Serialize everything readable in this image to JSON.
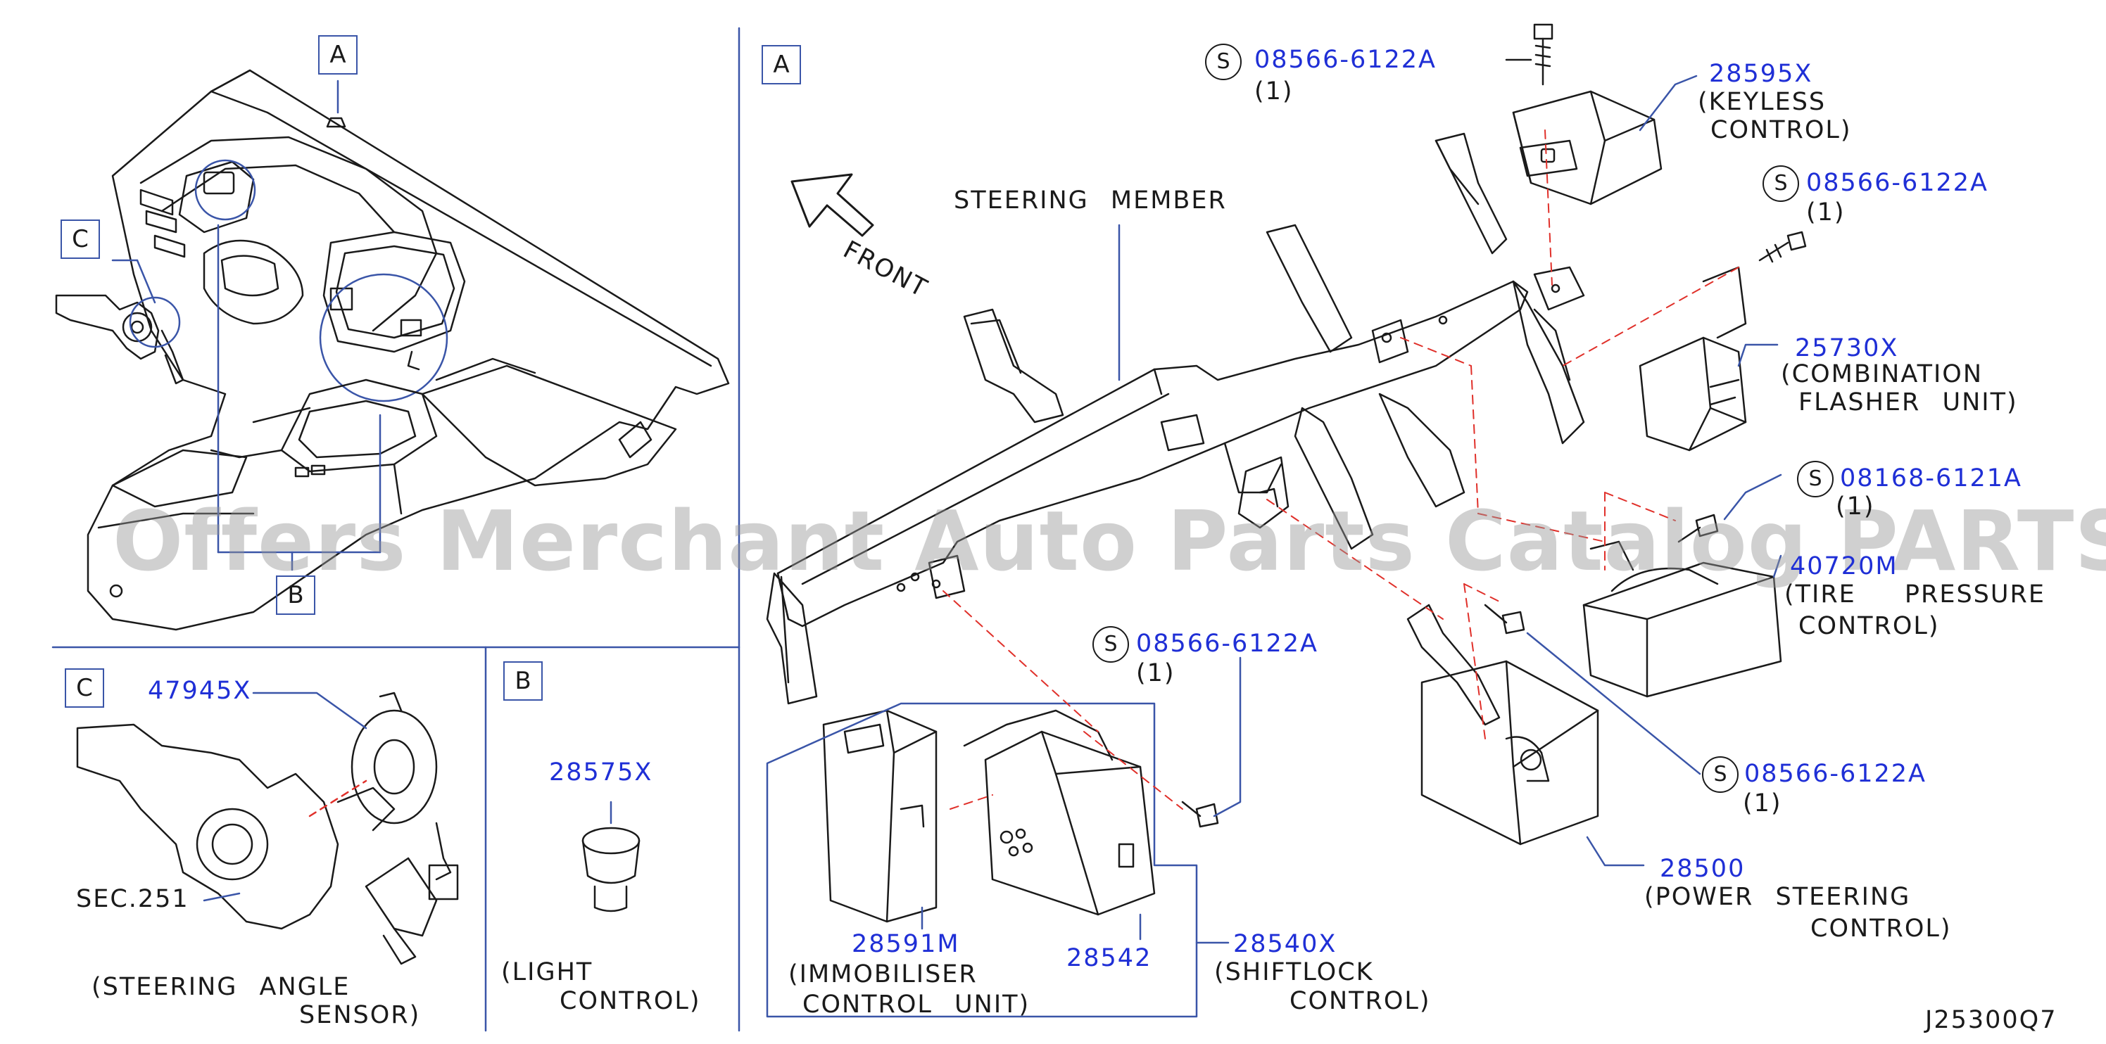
{
  "watermark": "Offers Merchant Auto Parts Catalog PARTSTORE.SA",
  "diagram_code": "J25300Q7",
  "callouts": {
    "a_dash": "A",
    "a_main": "A",
    "b_dash": "B",
    "b_panel": "B",
    "c_dash": "C",
    "c_panel": "C"
  },
  "front_label": "FRONT",
  "steering_member": "STEERING MEMBER",
  "bolt_symbol": "S",
  "parts": {
    "p28595x": {
      "number": "28595X",
      "name_1": "(KEYLESS",
      "name_2": "CONTROL)"
    },
    "bolt_top": {
      "number": "08566-6122A",
      "qty": "(1)"
    },
    "bolt_flasher": {
      "number": "08566-6122A",
      "qty": "(1)"
    },
    "p25730x": {
      "number": "25730X",
      "name_1": "(COMBINATION",
      "name_2": "FLASHER UNIT)"
    },
    "bolt_tire": {
      "number": "08168-6121A",
      "qty": "(1)"
    },
    "p40720m": {
      "number": "40720M",
      "name_1": "(TIRE PRESSURE",
      "name_2": "CONTROL)"
    },
    "bolt_power": {
      "number": "08566-6122A",
      "qty": "(1)"
    },
    "p28500": {
      "number": "28500",
      "name_1": "(POWER STEERING",
      "name_2": "CONTROL)"
    },
    "bolt_shift": {
      "number": "08566-6122A",
      "qty": "(1)"
    },
    "p28540x": {
      "number": "28540X",
      "name_1": "(SHIFTLOCK",
      "name_2": "CONTROL)"
    },
    "p28542": {
      "number": "28542"
    },
    "p28591m": {
      "number": "28591M",
      "name_1": "(IMMOBILISER",
      "name_2": "CONTROL UNIT)"
    },
    "p47945x": {
      "number": "47945X",
      "name_1": "(STEERING ANGLE",
      "name_2": "SENSOR)"
    },
    "sec": "SEC.251",
    "p28575x": {
      "number": "28575X",
      "name_1": "(LIGHT",
      "name_2": "CONTROL)"
    }
  }
}
